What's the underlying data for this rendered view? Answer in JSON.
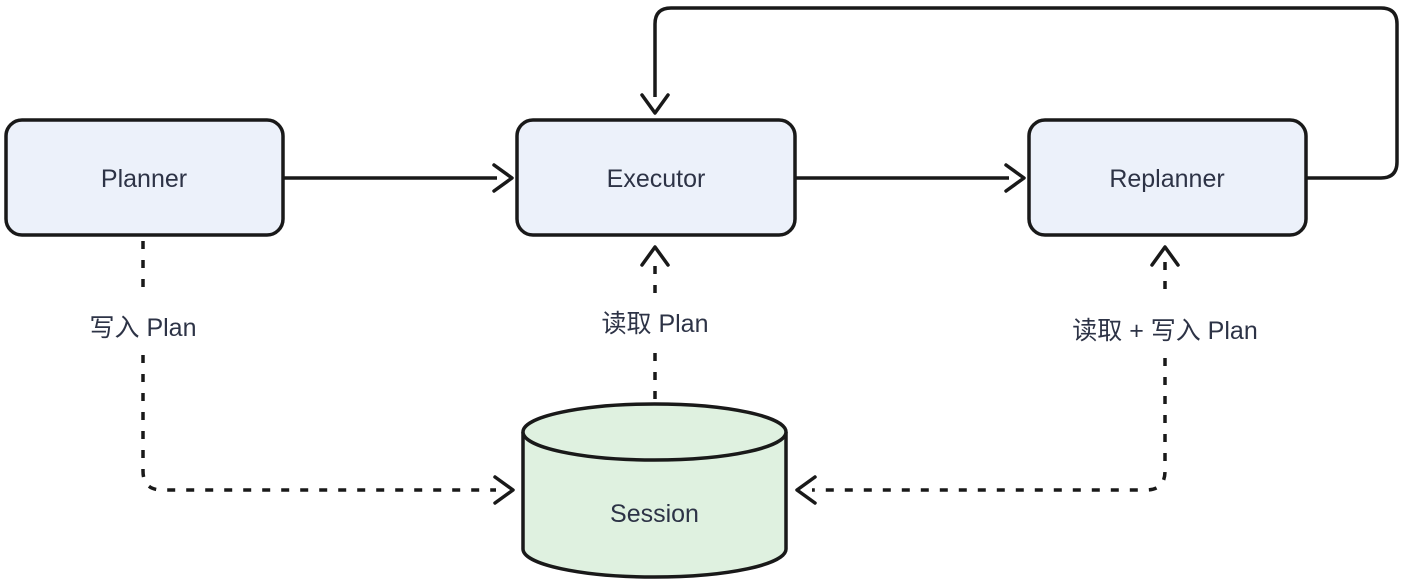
{
  "diagram": {
    "type": "flowchart",
    "background": "#FFFFFF",
    "colors": {
      "background": "#FFFFFF",
      "node_fill": "#ECF1FA",
      "store_fill": "#DFF1E0",
      "stroke": "#191919",
      "text": "#2D3346"
    },
    "nodes": [
      {
        "id": "planner",
        "label": "Planner",
        "shape": "rounded-rect"
      },
      {
        "id": "executor",
        "label": "Executor",
        "shape": "rounded-rect"
      },
      {
        "id": "replanner",
        "label": "Replanner",
        "shape": "rounded-rect"
      },
      {
        "id": "session",
        "label": "Session",
        "shape": "cylinder"
      }
    ],
    "edges": [
      {
        "from": "planner",
        "to": "executor",
        "style": "solid",
        "route": "straight",
        "label": ""
      },
      {
        "from": "executor",
        "to": "replanner",
        "style": "solid",
        "route": "straight",
        "label": ""
      },
      {
        "from": "replanner",
        "to": "executor",
        "style": "solid",
        "route": "top-loop",
        "label": ""
      },
      {
        "from": "planner",
        "to": "session",
        "style": "dashed",
        "route": "down-right",
        "label": "写入 Plan"
      },
      {
        "from": "session",
        "to": "executor",
        "style": "dashed",
        "route": "straight-up",
        "label": "读取 Plan"
      },
      {
        "from": "replanner",
        "to": "session",
        "style": "dashed",
        "route": "down-left",
        "bidirectional": true,
        "label": "读取 + 写入 Plan"
      }
    ]
  }
}
